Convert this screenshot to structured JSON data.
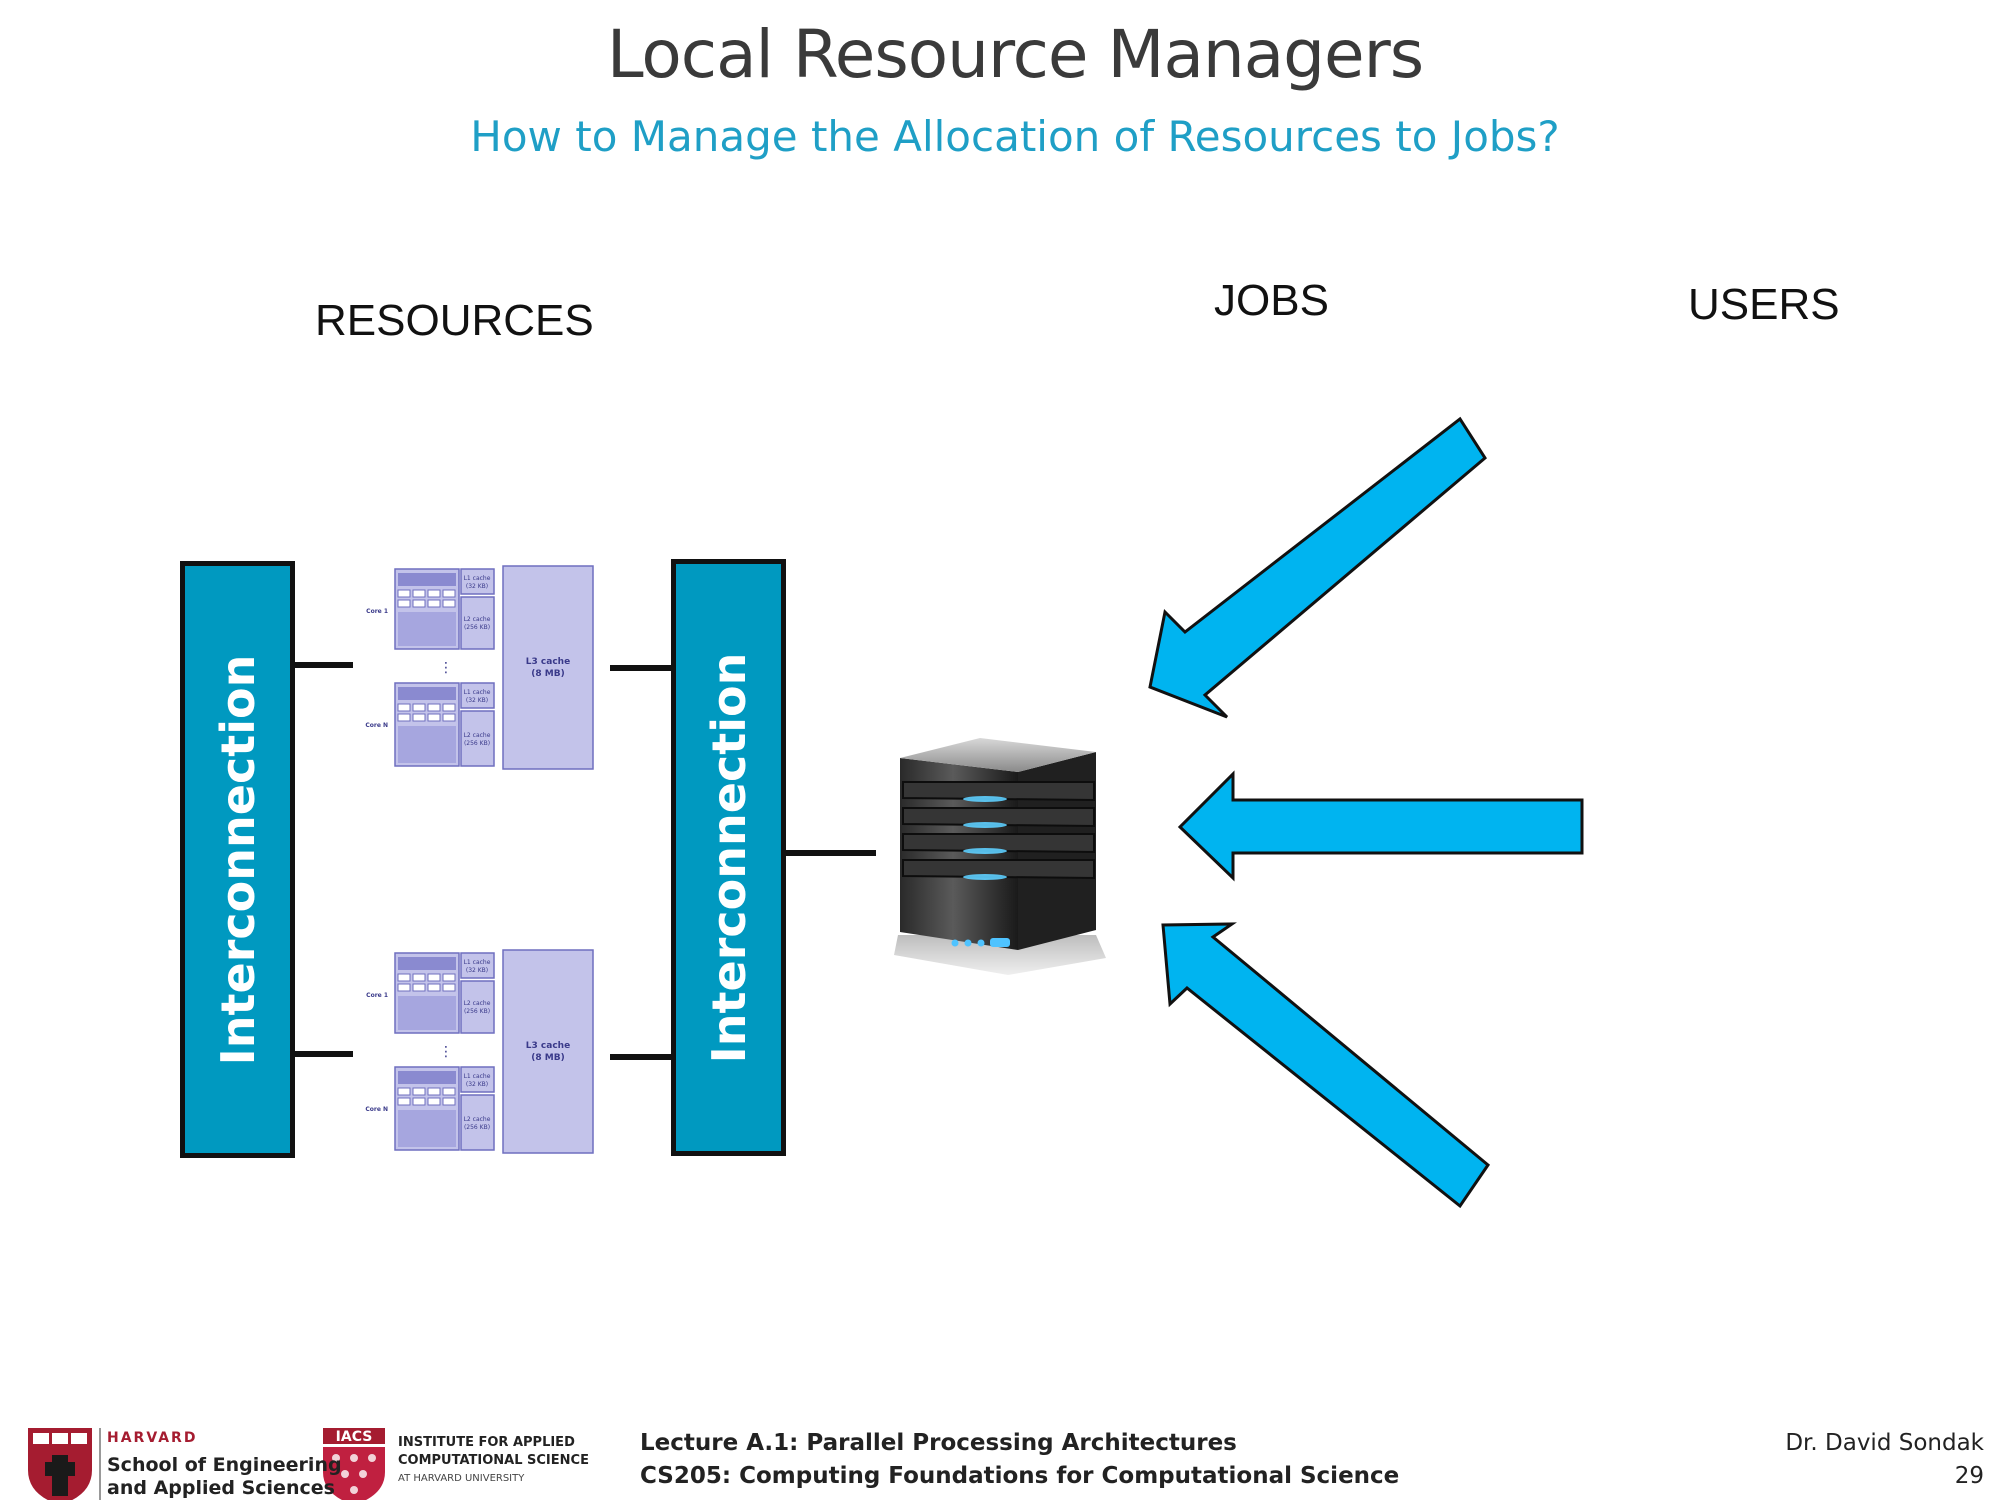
{
  "slide": {
    "title": "Local Resource Managers",
    "subtitle": "How to Manage the Allocation of Resources to Jobs?"
  },
  "labels": {
    "resources": "RESOURCES",
    "jobs": "JOBS",
    "users": "USERS"
  },
  "interconnect": {
    "left": "Interconnection",
    "right": "Interconnection"
  },
  "processor": {
    "core_top": "Core 1",
    "core_bottom": "Core N",
    "l1": "L1 cache",
    "l1_size": "(32 KB)",
    "l2": "L2 cache",
    "l2_size": "(256 KB)",
    "l3": "L3 cache",
    "l3_size": "(8 MB)",
    "ellipsis": "⋮"
  },
  "colors": {
    "interconnect": "#0099c0",
    "arrow": "#00b4f0",
    "chip": "#c3c3ea",
    "subtitle": "#1f9fc6"
  },
  "footer": {
    "harvard_top": "HARVARD",
    "harvard_line1": "School of Engineering",
    "harvard_line2": "and Applied Sciences",
    "iacs_badge": "IACS",
    "iacs_line1": "INSTITUTE FOR APPLIED",
    "iacs_line2": "COMPUTATIONAL SCIENCE",
    "iacs_line3": "AT HARVARD UNIVERSITY",
    "lecture": "Lecture A.1: Parallel Processing Architectures",
    "course": "CS205: Computing Foundations for Computational Science",
    "author": "Dr. David Sondak",
    "page": "29"
  }
}
